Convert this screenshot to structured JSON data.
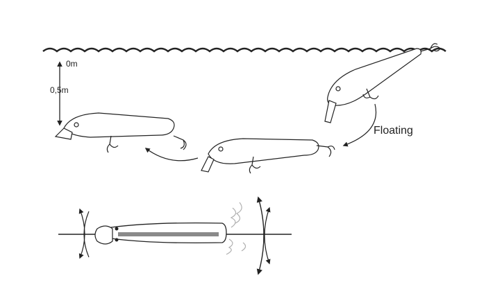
{
  "labels": {
    "depth_top": "0m",
    "depth_mid": "0,5m",
    "action": "Floating"
  },
  "colors": {
    "line": "#222222",
    "body_stripe": "#8a8a8a",
    "scribble": "#b0b0b0"
  }
}
